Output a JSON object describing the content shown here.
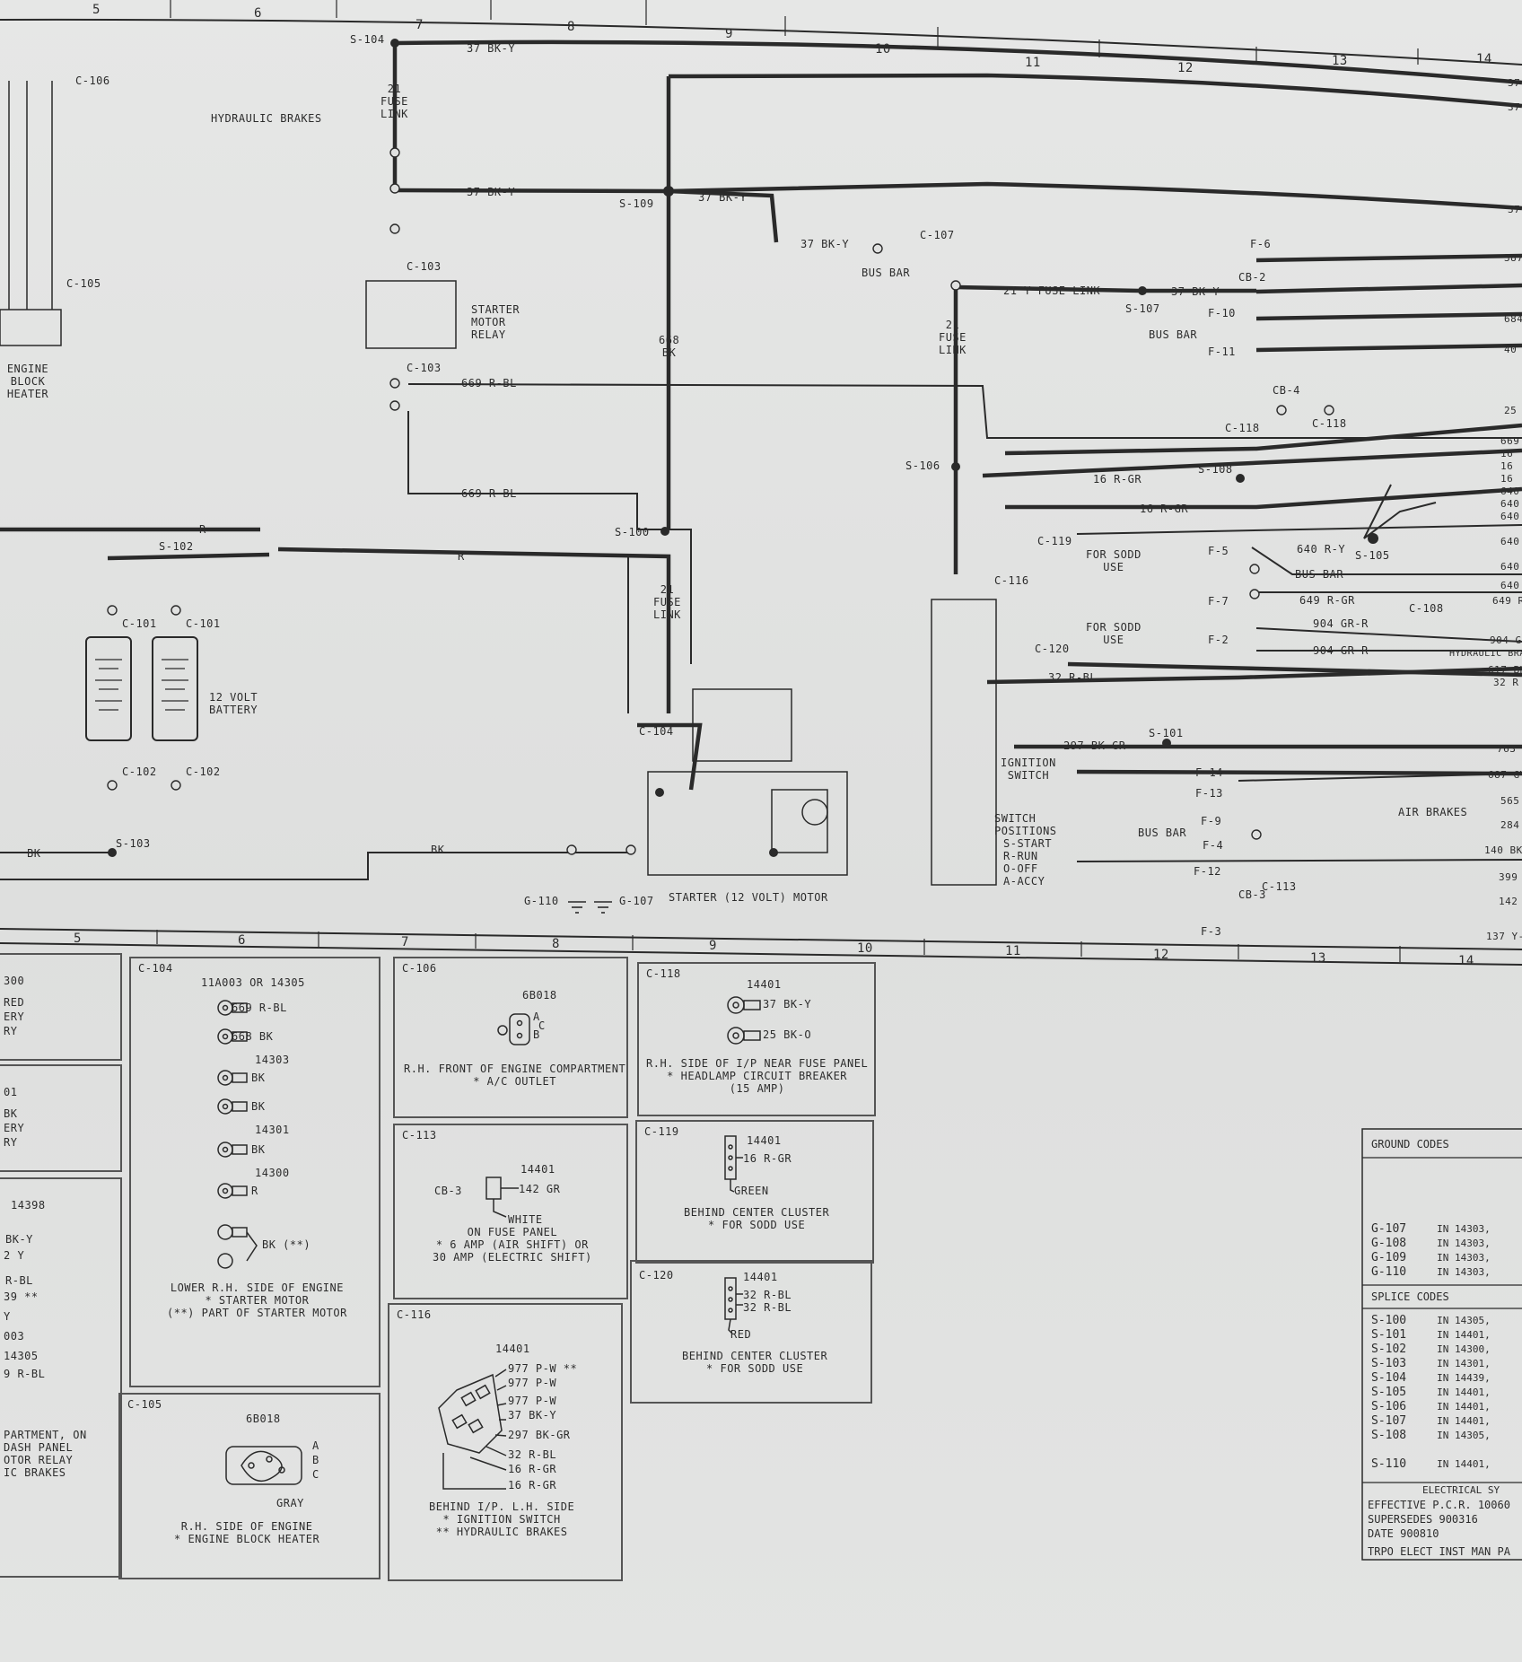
{
  "grid": {
    "top_numbers": [
      "5",
      "6",
      "7",
      "8",
      "9",
      "10",
      "11",
      "12",
      "13",
      "14"
    ],
    "bottom_numbers": [
      "5",
      "6",
      "7",
      "8",
      "9",
      "10",
      "11",
      "12",
      "13",
      "14"
    ]
  },
  "components": {
    "engine_block_heater": "ENGINE\nBLOCK\nHEATER",
    "hydraulic_brakes": "HYDRAULIC BRAKES",
    "starter_motor_relay": "STARTER\nMOTOR\nRELAY",
    "battery": "12 VOLT\nBATTERY",
    "starter_motor": "STARTER (12 VOLT) MOTOR",
    "ignition_switch": "IGNITION\nSWITCH",
    "switch_positions": [
      "SWITCH",
      "POSITIONS",
      "S-START",
      "R-RUN",
      "O-OFF",
      "A-ACCY"
    ],
    "bus_bar": "BUS BAR",
    "for_sodd_use": "FOR SODD\nUSE",
    "air_brakes": "AIR BRAKES",
    "hydraulic_bra": "HYDRAULIC BRA"
  },
  "wire_labels": [
    "S-104",
    "37 BK-Y",
    "21\nFUSE\nLINK",
    "C-106",
    "C-105",
    "C-103",
    "S-109",
    "668\nBK",
    "669 R-BL",
    "C-107",
    "21 Y FUSE LINK",
    "S-107",
    "S-106",
    "S-108",
    "16 R-GR",
    "C-116",
    "C-119",
    "C-120",
    "S-100",
    "S-102",
    "R",
    "C-101",
    "C-102",
    "S-103",
    "BK",
    "C-104",
    "G-110",
    "G-107",
    "S-101",
    "297 BK-GR",
    "32 R-BL",
    "S-105",
    "640 R-Y",
    "649 R-GR",
    "C-108",
    "904 GR-R",
    "C-113",
    "C-118",
    "CB-4",
    "CB-2",
    "CB-3",
    "F-6",
    "F-10",
    "F-11",
    "F-5",
    "F-7",
    "F-2",
    "F-14",
    "F-13",
    "F-9",
    "F-4",
    "F-12",
    "F-3"
  ],
  "right_edge_labels": [
    "37",
    "37",
    "37",
    "387",
    "684",
    "40",
    "25",
    "669",
    "16",
    "16",
    "16",
    "640",
    "640",
    "640",
    "640",
    "640",
    "640",
    "649 R",
    "904 GR",
    "617 BK",
    "32 R",
    "763",
    "687 GY",
    "565",
    "284",
    "140 BK",
    "399",
    "142",
    "137 Y-"
  ],
  "connector_boxes": {
    "c104": {
      "title": "C-104",
      "part1": "11A003 OR 14305",
      "wires1": [
        "669 R-BL",
        "668 BK"
      ],
      "part2": "14303",
      "wires2": [
        "BK",
        "BK"
      ],
      "part3": "14301",
      "wire3": "BK",
      "part4": "14300",
      "wire4": "R",
      "wire5": "BK (**)",
      "desc": "LOWER R.H. SIDE OF ENGINE\n* STARTER MOTOR\n(**) PART OF STARTER MOTOR"
    },
    "c105": {
      "title": "C-105",
      "part": "6B018",
      "pins": [
        "A",
        "B",
        "C"
      ],
      "color": "GRAY",
      "desc": "R.H. SIDE OF ENGINE\n* ENGINE BLOCK HEATER"
    },
    "c106": {
      "title": "C-106",
      "part": "6B018",
      "pins": [
        "A",
        "C",
        "B"
      ],
      "desc": "R.H. FRONT OF ENGINE COMPARTMENT\n* A/C OUTLET"
    },
    "c113": {
      "title": "C-113",
      "part": "14401",
      "cb": "CB-3",
      "wire": "142 GR",
      "color": "WHITE",
      "desc": "ON FUSE PANEL\n* 6 AMP (AIR SHIFT) OR\n30 AMP (ELECTRIC SHIFT)"
    },
    "c116": {
      "title": "C-116",
      "part": "14401",
      "wires": [
        "977 P-W **",
        "977 P-W",
        "977 P-W",
        "37 BK-Y",
        "297 BK-GR",
        "32 R-BL",
        "16 R-GR",
        "16 R-GR"
      ],
      "desc": "BEHIND I/P. L.H. SIDE\n* IGNITION SWITCH\n** HYDRAULIC BRAKES"
    },
    "c118": {
      "title": "C-118",
      "part": "14401",
      "wires": [
        "37 BK-Y",
        "25 BK-O"
      ],
      "desc": "R.H. SIDE OF I/P NEAR FUSE PANEL\n* HEADLAMP CIRCUIT BREAKER\n(15 AMP)"
    },
    "c119": {
      "title": "C-119",
      "part": "14401",
      "wire": "16 R-GR",
      "color": "GREEN",
      "desc": "BEHIND CENTER CLUSTER\n* FOR SODD USE"
    },
    "c120": {
      "title": "C-120",
      "part": "14401",
      "wires": [
        "32 R-BL",
        "32 R-BL"
      ],
      "color": "RED",
      "desc": "BEHIND CENTER CLUSTER\n* FOR SODD USE"
    },
    "left_partial": {
      "lines1": [
        "300",
        "RED",
        "ERY",
        "RY"
      ],
      "lines2": [
        "01",
        "BK",
        "ERY",
        "RY"
      ],
      "lines3": [
        "14398",
        "BK-Y",
        "2 Y",
        "R-BL",
        "39 **",
        "Y",
        "003",
        "14305",
        "9 R-BL"
      ],
      "lines4": [
        "PARTMENT, ON",
        "DASH PANEL",
        "OTOR RELAY",
        "IC BRAKES"
      ]
    }
  },
  "codes": {
    "ground_title": "GROUND CODES",
    "ground": [
      [
        "G-107",
        "IN 14303,"
      ],
      [
        "G-108",
        "IN 14303,"
      ],
      [
        "G-109",
        "IN 14303,"
      ],
      [
        "G-110",
        "IN 14303,"
      ]
    ],
    "splice_title": "SPLICE CODES",
    "splice": [
      [
        "S-100",
        "IN 14305,"
      ],
      [
        "S-101",
        "IN 14401,"
      ],
      [
        "S-102",
        "IN 14300,"
      ],
      [
        "S-103",
        "IN 14301,"
      ],
      [
        "S-104",
        "IN 14439,"
      ],
      [
        "S-105",
        "IN 14401,"
      ],
      [
        "S-106",
        "IN 14401,"
      ],
      [
        "S-107",
        "IN 14401,"
      ],
      [
        "S-108",
        "IN 14305,"
      ],
      [
        "S-110",
        "IN 14401,"
      ]
    ],
    "footer": [
      "ELECTRICAL SY",
      "EFFECTIVE P.C.R. 10060",
      "SUPERSEDES 900316",
      "DATE 900810",
      "TRPO ELECT INST MAN PA"
    ]
  }
}
